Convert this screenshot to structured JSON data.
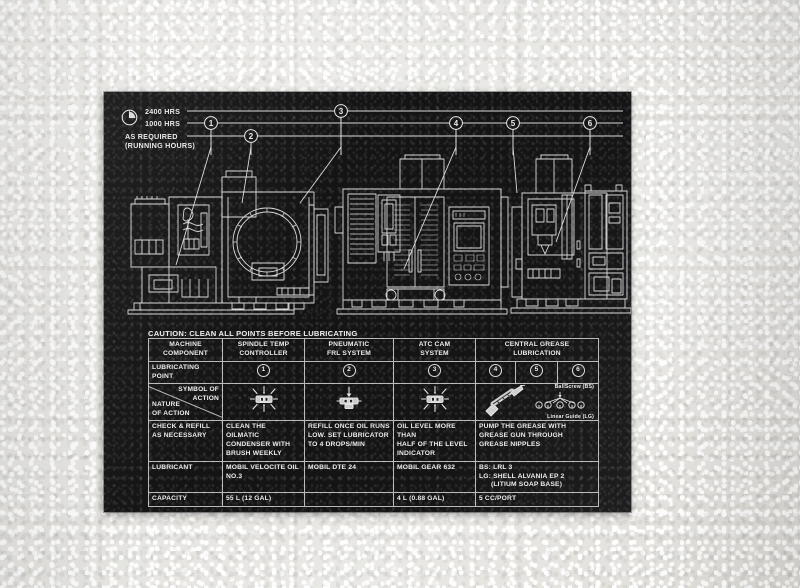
{
  "scene": {
    "description": "Machine lubrication instruction plate mounted on a textured wall",
    "wall_color": "#eae9e5",
    "plate_color": "#141415",
    "line_color": "#e6e6e6"
  },
  "interval_diagram": {
    "clock_icon": "clock-icon",
    "intervals": [
      {
        "label": "2400 HRS",
        "points": [
          "3"
        ]
      },
      {
        "label": "1000 HRS",
        "points": [
          "1",
          "4",
          "5",
          "6"
        ]
      },
      {
        "label": "AS REQUIRED",
        "sublabel": "(RUNNING HOURS)",
        "points": [
          "2"
        ]
      }
    ],
    "callout_numbers": [
      "1",
      "2",
      "3",
      "4",
      "5",
      "6"
    ]
  },
  "machine_views": [
    {
      "name": "machine-left-side-view"
    },
    {
      "name": "machine-front-view"
    },
    {
      "name": "machine-right-side-view"
    }
  ],
  "caution": "CAUTION: CLEAN ALL POINTS BEFORE LUBRICATING",
  "table": {
    "row_labels": {
      "machine_component": "MACHINE\nCOMPONENT",
      "machine_component_l1": "MACHINE",
      "machine_component_l2": "COMPONENT",
      "lubricating_point_l1": "LUBRICATING",
      "lubricating_point_l2": "POINT",
      "symbol_of_action_l1": "SYMBOL OF",
      "symbol_of_action_l2": "ACTION",
      "nature_of_action_l1": "NATURE",
      "nature_of_action_l2": "OF ACTION",
      "check_refill_l1": "CHECK & REFILL",
      "check_refill_l2": "AS NECESSARY",
      "lubricant": "LUBRICANT",
      "capacity": "CAPACITY"
    },
    "columns": [
      {
        "component_l1": "SPINDLE TEMP",
        "component_l2": "CONTROLLER",
        "points": [
          "1"
        ],
        "symbol": "check-level-icon",
        "action_l1": "CLEAN THE OILMATIC",
        "action_l2": "CONDENSER WITH",
        "action_l3": "BRUSH WEEKLY",
        "lubricant_l1": "MOBIL VELOCITE OIL",
        "lubricant_l2": "NO.3",
        "capacity": "55 L (12 GAL)"
      },
      {
        "component_l1": "PNEUMATIC",
        "component_l2": "FRL SYSTEM",
        "points": [
          "2"
        ],
        "symbol": "refill-icon",
        "action_l1": "REFILL ONCE OIL RUNS",
        "action_l2": "LOW. SET LUBRICATOR",
        "action_l3": "TO 4 DROPS/MIN",
        "lubricant_l1": "MOBIL DTE 24",
        "lubricant_l2": "",
        "capacity": ""
      },
      {
        "component_l1": "ATC CAM",
        "component_l2": "SYSTEM",
        "points": [
          "3"
        ],
        "symbol": "check-level-icon",
        "action_l1": "OIL LEVEL MORE THAN",
        "action_l2": "HALF OF THE LEVEL",
        "action_l3": "INDICATOR",
        "lubricant_l1": "MOBIL GEAR 632",
        "lubricant_l2": "",
        "capacity": "4 L (0.88 GAL)"
      },
      {
        "component_l1": "CENTRAL GREASE",
        "component_l2": "LUBRICATION",
        "points": [
          "4",
          "5",
          "6"
        ],
        "symbol": "grease-gun-icon",
        "symbol2": "ballscrew-linearguide-icon",
        "ballscrew_label": "BallScrew (BS)",
        "linearguide_label": "Linear Guide (LG)",
        "action_l1": "PUMP THE GREASE WITH",
        "action_l2": "GREASE GUN THROUGH",
        "action_l3": "GREASE NIPPLES",
        "lubricant_l1": "BS: LRL 3",
        "lubricant_l2": "LG: SHELL ALVANIA EP 2",
        "lubricant_l3": "(LITIUM SOAP BASE)",
        "capacity": "5 CC/PORT"
      }
    ]
  }
}
